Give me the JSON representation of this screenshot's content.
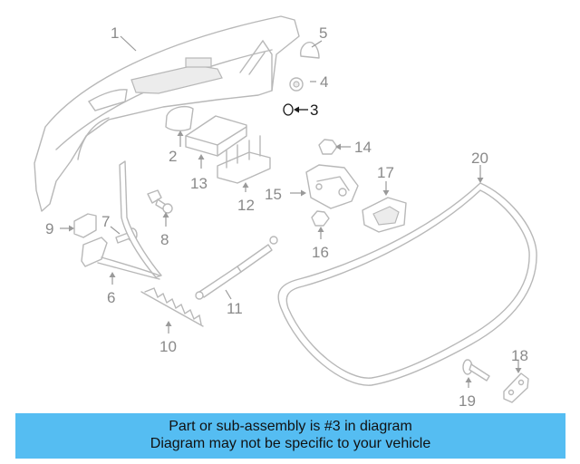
{
  "diagram": {
    "labels": {
      "p1": "1",
      "p2": "2",
      "p3": "3",
      "p4": "4",
      "p5": "5",
      "p6": "6",
      "p7": "7",
      "p8": "8",
      "p9": "9",
      "p10": "10",
      "p11": "11",
      "p12": "12",
      "p13": "13",
      "p14": "14",
      "p15": "15",
      "p16": "16",
      "p17": "17",
      "p18": "18",
      "p19": "19",
      "p20": "20"
    },
    "highlighted_part": "3",
    "colors": {
      "line": "#b8b8b8",
      "label": "#8a8a8a",
      "highlight": "#1a1a1a"
    }
  },
  "banner": {
    "line1": "Part or sub-assembly is #3 in diagram",
    "line2": "Diagram may not be specific to your vehicle",
    "background": "#55bdf2"
  }
}
